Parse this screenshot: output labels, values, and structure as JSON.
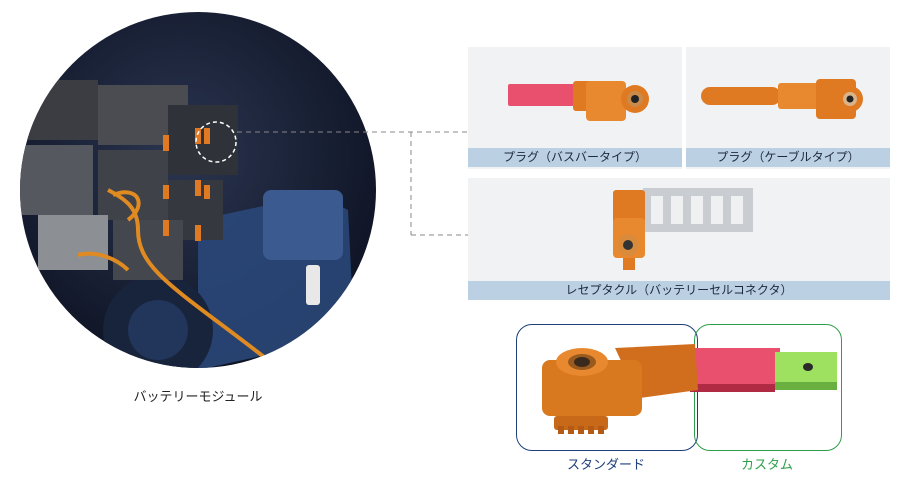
{
  "module": {
    "caption": "バッテリーモジュール"
  },
  "panels": [
    {
      "label": "プラグ（バスバータイプ）"
    },
    {
      "label": "プラグ（ケーブルタイプ）"
    },
    {
      "label": "レセプタクル（バッテリーセルコネクタ）"
    }
  ],
  "options": {
    "standard_label": "スタンダード",
    "custom_label": "カスタム",
    "standard_color": "#1e3f7a",
    "custom_color": "#2e9e4a"
  },
  "colors": {
    "connector_orange": "#e07a22",
    "busbar_pink": "#e8506e",
    "custom_green": "#9ee060",
    "label_blue": "#bcd0e4"
  }
}
